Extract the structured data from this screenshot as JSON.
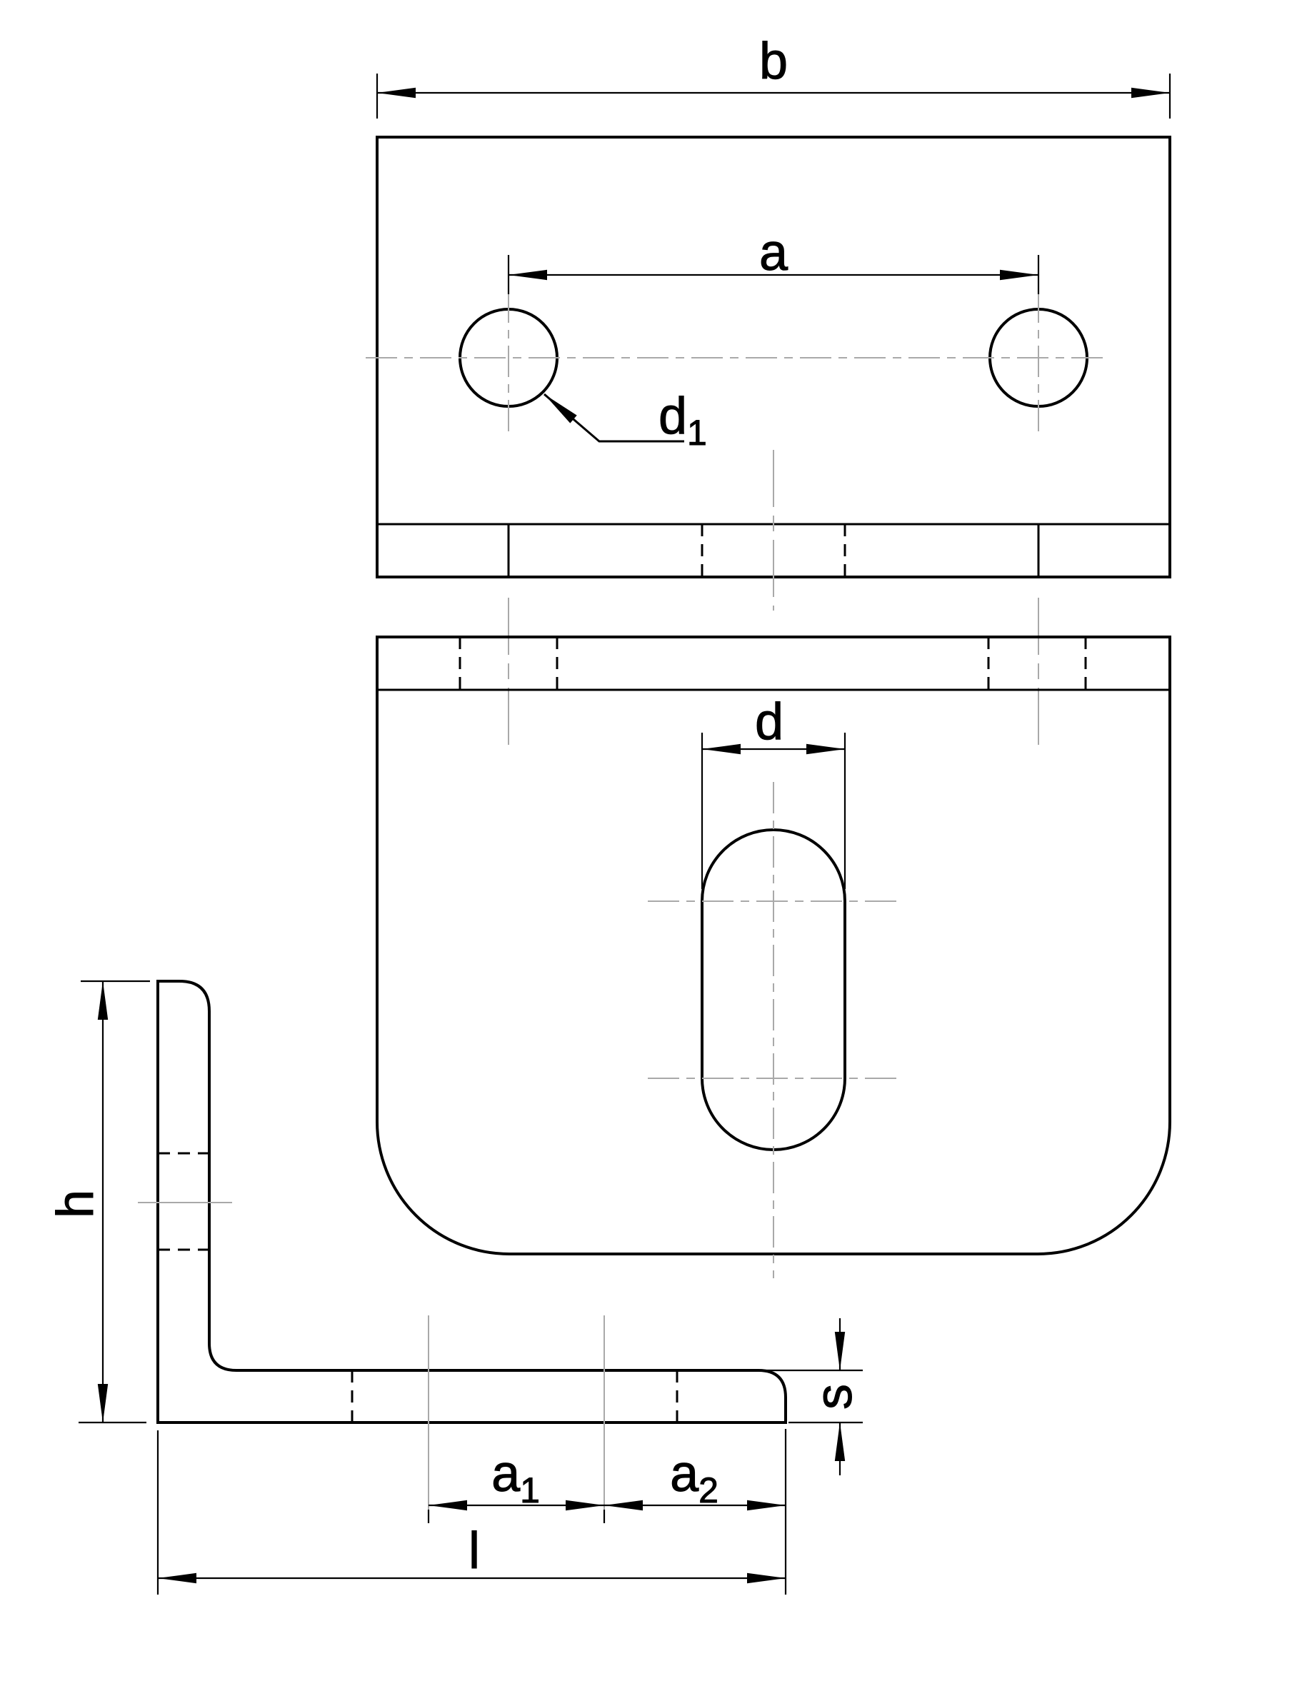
{
  "drawing": {
    "colors": {
      "background": "#ffffff",
      "part_fill": "#e1e1e1",
      "hole_fill": "#ffffff",
      "line": "#000000",
      "centerline": "#a9a9a9"
    },
    "labels": {
      "b": "b",
      "a": "a",
      "d1": {
        "base": "d",
        "sub": "1"
      },
      "d": "d",
      "h": "h",
      "s": "s",
      "a1": {
        "base": "a",
        "sub": "1"
      },
      "a2": {
        "base": "a",
        "sub": "2"
      },
      "l": "l"
    }
  }
}
